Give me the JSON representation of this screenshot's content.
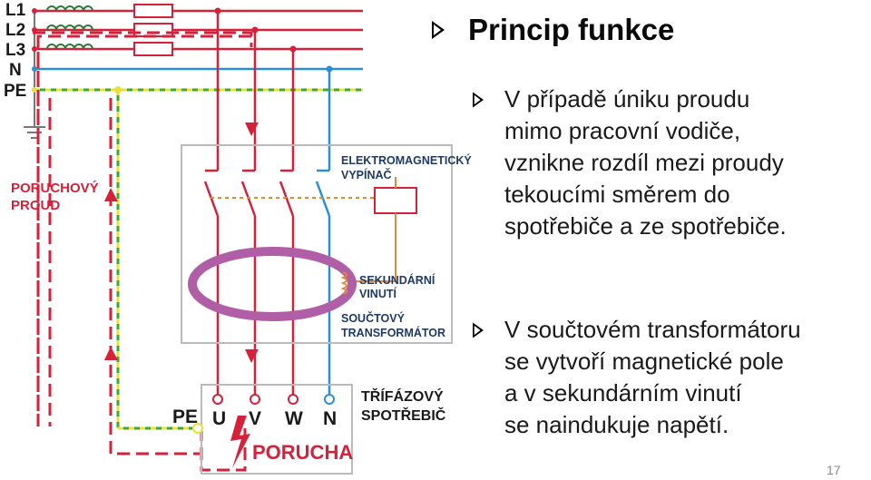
{
  "slide": {
    "title": "Princip funkce",
    "bullets": [
      {
        "text": "V případě úniku proudu\nmimo pracovní vodiče,\nvznikne rozdíl mezi proudy\ntekoucími směrem do\nspotřebiče a ze spotřebiče."
      },
      {
        "text": "V součtovém transformátoru\nse vytvoří magnetické pole\na v sekundárním vinutí\nse naindukuje napětí."
      }
    ],
    "page_number": "17"
  },
  "diagram": {
    "line_labels": [
      "L1",
      "L2",
      "L3",
      "N",
      "PE"
    ],
    "fault_current_label": [
      "PORUCHOVÝ",
      "PROUD"
    ],
    "breaker_label": [
      "ELEKTROMAGNETICKÝ",
      "VYPÍNAČ"
    ],
    "secondary_label": [
      "SEKUNDÁRNÍ",
      "VINUTÍ"
    ],
    "transformer_label": [
      "SOUČTOVÝ",
      "TRANSFORMÁTOR"
    ],
    "terminal_labels": [
      "PE",
      "U",
      "V",
      "W",
      "N"
    ],
    "consumer_label": [
      "TŘÍFÁZOVÝ",
      "SPOTŘEBIČ"
    ],
    "fault_label": "PORUCHA"
  },
  "colors": {
    "phase": "#d6213a",
    "neutral": "#2b8fd6",
    "pe_green": "#3aaa35",
    "pe_yellow": "#e8e13a",
    "toroid": "#b05fa6",
    "coil": "#e08a3a"
  }
}
